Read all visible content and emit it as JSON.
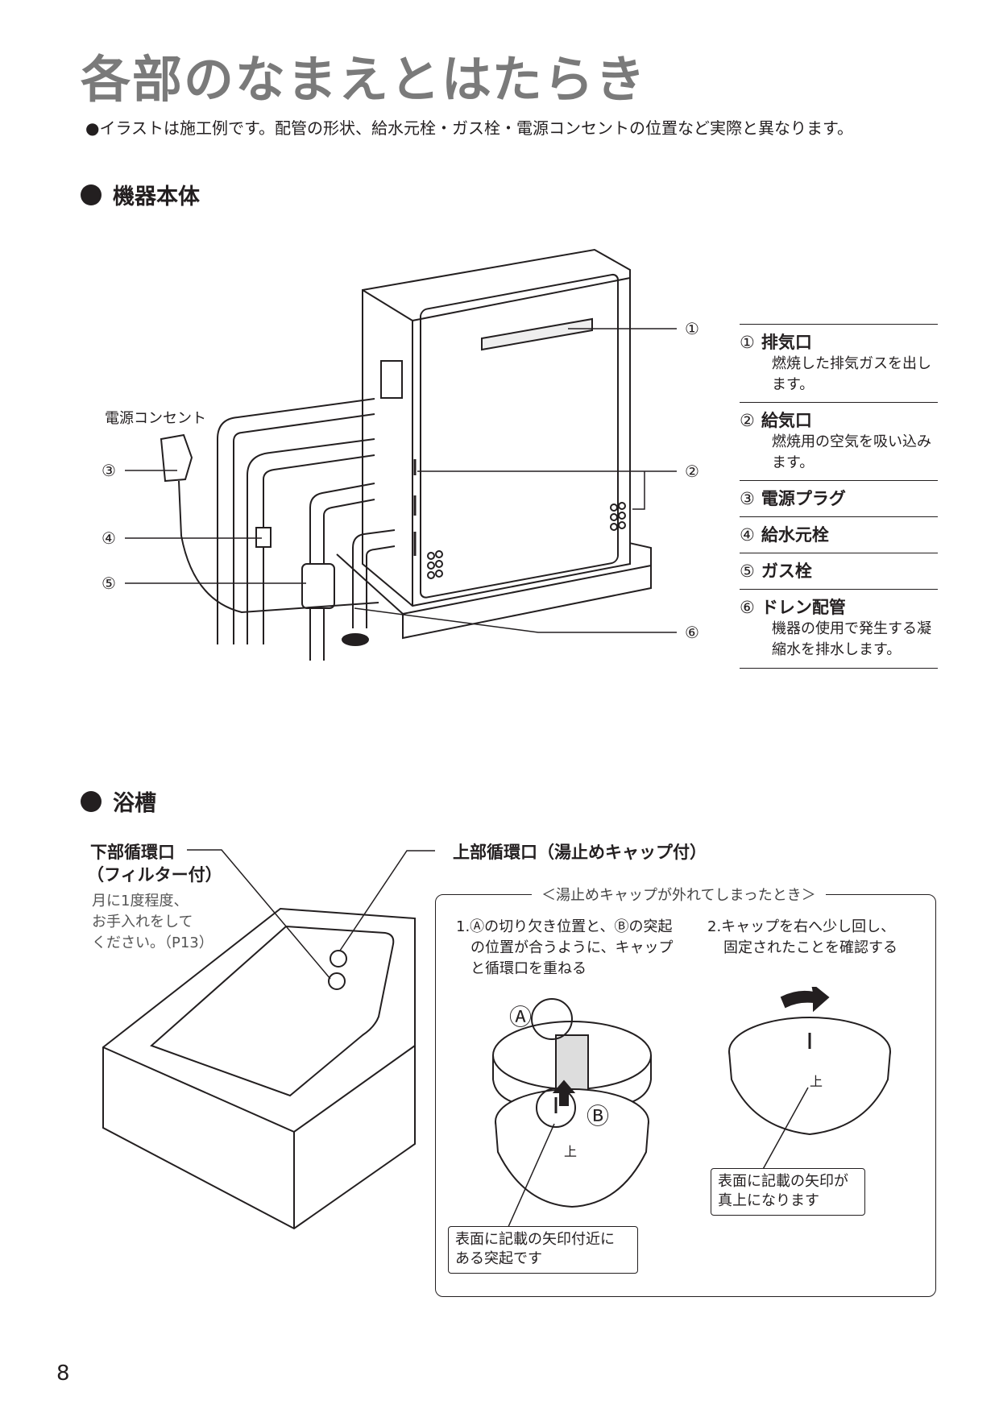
{
  "page": {
    "title": "各部のなまえとはたらき",
    "note": "●イラストは施工例です。配管の形状、給水元栓・ガス栓・電源コンセントの位置など実際と異なります。",
    "page_number": "8"
  },
  "section_unit": {
    "heading": "機器本体",
    "power_outlet_label": "電源コンセント",
    "callouts": [
      "①",
      "②",
      "③",
      "④",
      "⑤",
      "⑥"
    ],
    "parts": [
      {
        "num": "①",
        "name": "排気口",
        "desc": "燃焼した排気ガスを出します。"
      },
      {
        "num": "②",
        "name": "給気口",
        "desc": "燃焼用の空気を吸い込みます。"
      },
      {
        "num": "③",
        "name": "電源プラグ",
        "desc": ""
      },
      {
        "num": "④",
        "name": "給水元栓",
        "desc": ""
      },
      {
        "num": "⑤",
        "name": "ガス栓",
        "desc": ""
      },
      {
        "num": "⑥",
        "name": "ドレン配管",
        "desc": "機器の使用で発生する凝縮水を排水します。"
      }
    ]
  },
  "section_bath": {
    "heading": "浴槽",
    "lower_port": {
      "title_1": "下部循環口",
      "title_2": "（フィルター付）",
      "desc_1": "月に1度程度、",
      "desc_2": "お手入れをして",
      "desc_3": "ください。（P13）"
    },
    "upper_port": {
      "title": "上部循環口（湯止めキャップ付）"
    },
    "cap_box": {
      "title": "＜湯止めキャップが外れてしまったとき＞",
      "step1_1": "1.Ⓐの切り欠き位置と、Ⓑの突起",
      "step1_2": "の位置が合うように、キャップ",
      "step1_3": "と循環口を重ねる",
      "step2_1": "2.キャップを右へ少し回し、",
      "step2_2": "固定されたことを確認する",
      "label_a": "Ⓐ",
      "label_b": "Ⓑ",
      "note1_1": "表面に記載の矢印付近に",
      "note1_2": "ある突起です",
      "note2_1": "表面に記載の矢印が",
      "note2_2": "真上になります",
      "arrow_char": "上"
    }
  }
}
